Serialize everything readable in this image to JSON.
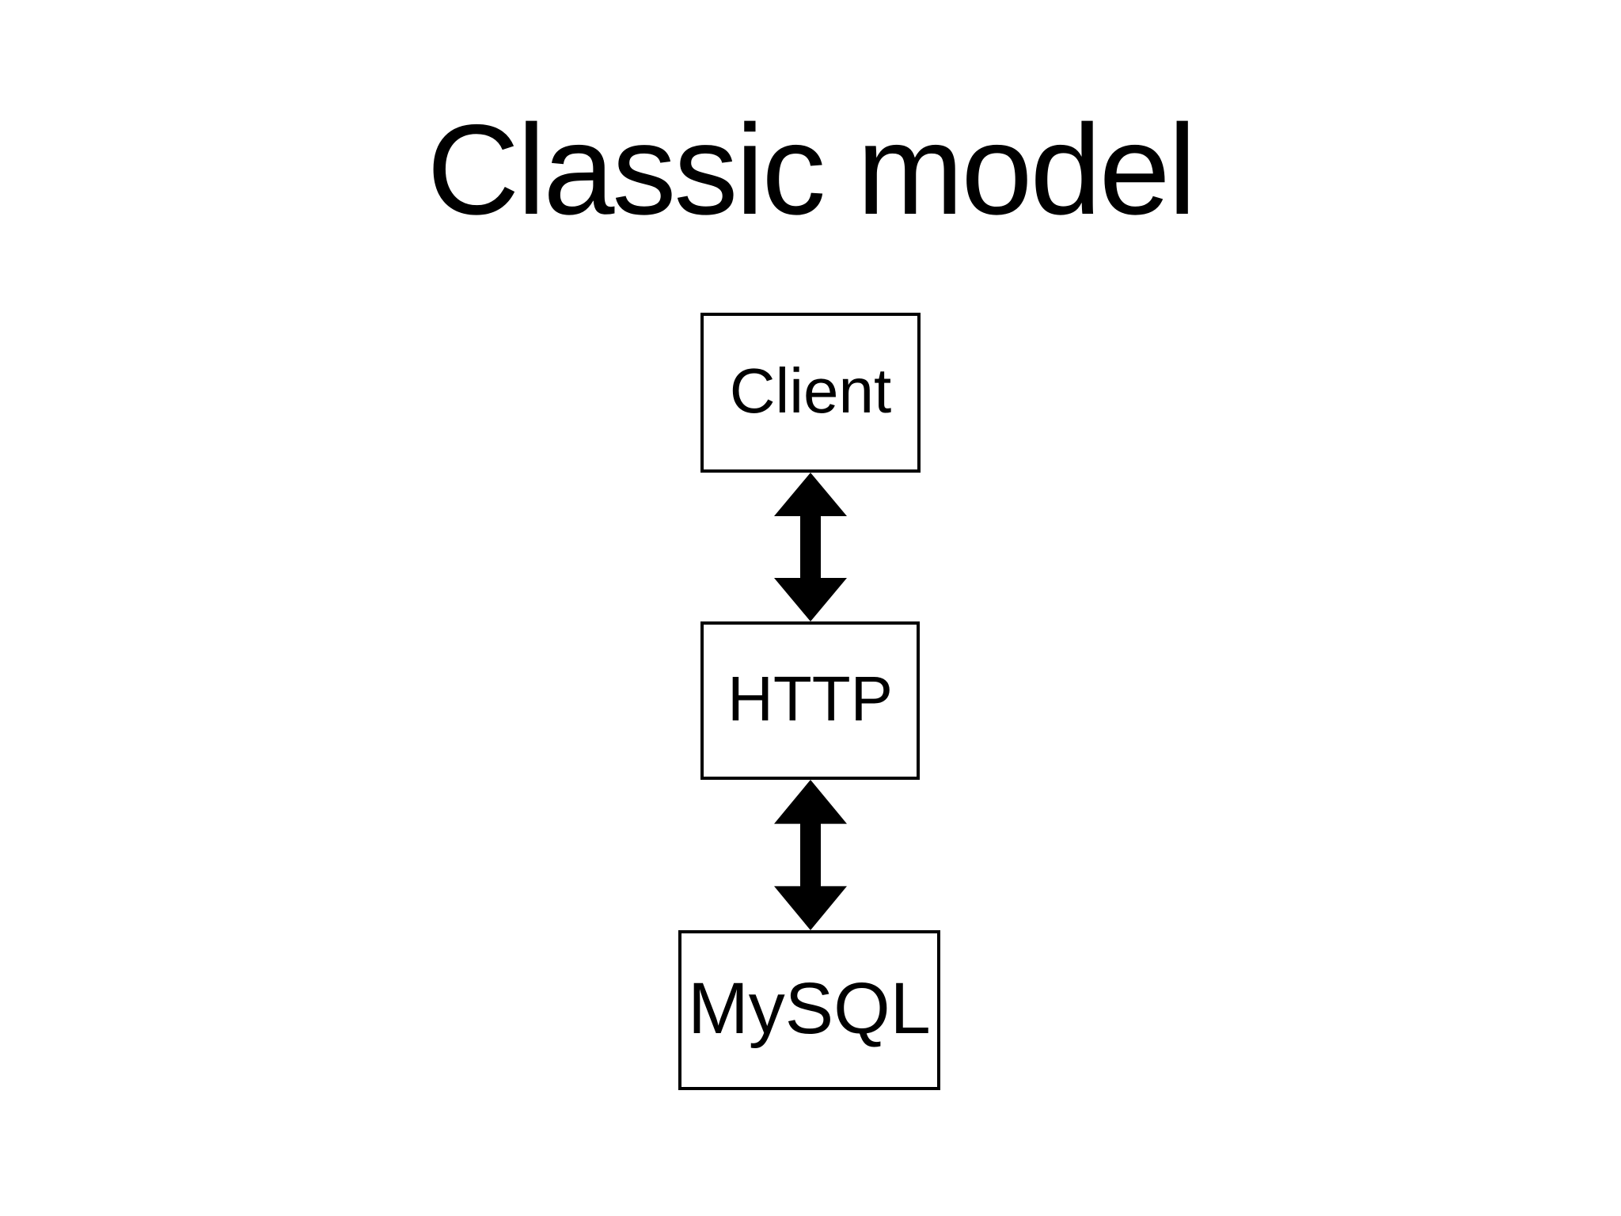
{
  "title": "Classic model",
  "colors": {
    "background": "#ffffff",
    "foreground": "#000000"
  },
  "diagram": {
    "nodes": [
      {
        "id": "client",
        "label": "Client"
      },
      {
        "id": "http",
        "label": "HTTP"
      },
      {
        "id": "mysql",
        "label": "MySQL"
      }
    ],
    "connectors": [
      {
        "type": "bidirectional-arrow",
        "from": "Client",
        "to": "HTTP"
      },
      {
        "type": "bidirectional-arrow",
        "from": "HTTP",
        "to": "MySQL"
      }
    ]
  }
}
